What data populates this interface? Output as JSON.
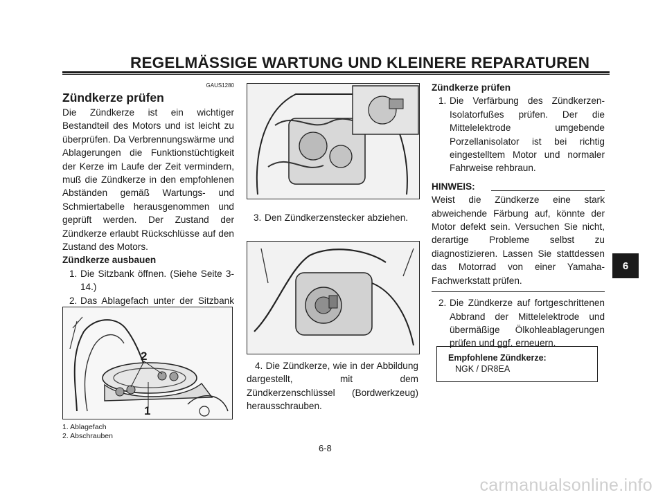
{
  "header": {
    "title": "REGELMÄSSIGE WARTUNG UND KLEINERE REPARATUREN"
  },
  "section": {
    "code": "GAUS1280",
    "title": "Zündkerze prüfen",
    "intro": "Die Zündkerze ist ein wichtiger Bestandteil des Motors und ist leicht zu überprüfen. Da Verbrennungswärme und Ablagerungen die Funktionstüchtigkeit der Kerze im Laufe der Zeit vermindern, muß die Zündkerze in den empfohlenen Abständen gemäß Wartungs- und Schmiertabelle herausgenommen und geprüft werden. Der Zustand der Zündkerze erlaubt Rückschlüsse auf den Zustand des Motors."
  },
  "removal": {
    "heading": "Zündkerze ausbauen",
    "steps": [
      {
        "num": "1.",
        "text": "Die Sitzbank öffnen. (Siehe Seite 3-14.)"
      },
      {
        "num": "2.",
        "text": "Das Ablagefach unter der Sitzbank abschrauben."
      },
      {
        "num": "3.",
        "text": "Den Zündkerzenstecker abziehen."
      },
      {
        "num": "4.",
        "text": "Die Zündkerze, wie in der Abbildung dargestellt, mit dem Zündkerzenschlüssel (Bordwerkzeug) herausschrauben."
      }
    ]
  },
  "figure1": {
    "callouts": [
      "2",
      "1"
    ],
    "captions": [
      "1. Ablagefach",
      "2. Abschrauben"
    ]
  },
  "inspection": {
    "heading": "Zündkerze prüfen",
    "steps": [
      {
        "num": "1.",
        "text": "Die Verfärbung des Zündkerzen-Isolatorfußes prüfen. Der die Mittelelektrode umgebende Porzellanisolator ist bei richtig eingestelltem Motor und normaler Fahrweise rehbraun."
      },
      {
        "num": "2.",
        "text": "Die Zündkerze auf fortgeschrittenen Abbrand der Mittelelektrode und übermäßige Ölkohleablagerungen prüfen und ggf. erneuern."
      }
    ]
  },
  "note": {
    "label": "HINWEIS:",
    "text": "Weist die Zündkerze eine stark abweichende Färbung auf, könnte der Motor defekt sein. Versuchen Sie nicht, derartige Probleme selbst zu diagnostizieren. Lassen Sie stattdessen das Motorrad von einer Yamaha-Fachwerkstatt prüfen."
  },
  "spec": {
    "label": "Empfohlene Zündkerze:",
    "value": "NGK / DR8EA"
  },
  "footer": {
    "page": "6-8",
    "chapter": "6",
    "watermark": "carmanualsonline.info"
  }
}
